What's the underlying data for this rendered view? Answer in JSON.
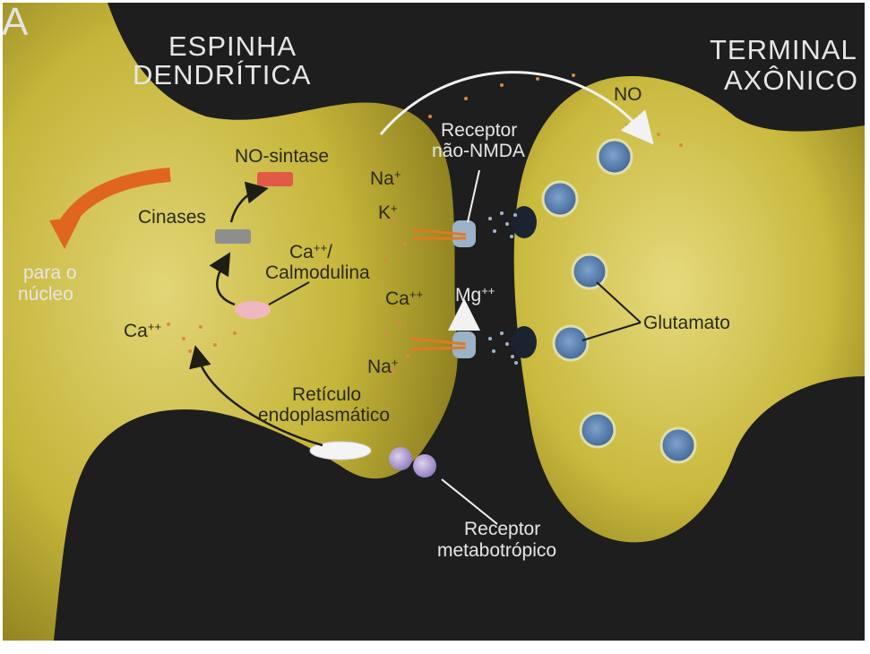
{
  "panel_letter": "A",
  "labels": {
    "espinha_line1": "ESPINHA",
    "espinha_line2": "DENDRÍTICA",
    "terminal_line1": "TERMINAL",
    "terminal_line2": "AXÔNICO",
    "no": "NO",
    "no_sintase": "NO-sintase",
    "cinases": "Cinases",
    "para_o": "para o",
    "nucleo": "núcleo",
    "na_top": "Na",
    "k": "K",
    "ca_calmod_line1": "Ca",
    "ca_calmod_line1_sup": "++",
    "ca_calmod_line1_tail": "/",
    "calmodulina": "Calmodulina",
    "ca_left": "Ca",
    "ca_mid": "Ca",
    "mg": "Mg",
    "na_bottom": "Na",
    "reticulo_line1": "Retículo",
    "reticulo_line2": "endoplasmático",
    "receptor_nao_line1": "Receptor",
    "receptor_nao_line2": "não-NMDA",
    "glutamato": "Glutamato",
    "receptor_meta_line1": "Receptor",
    "receptor_meta_line2": "metabotrópico",
    "plus": "+",
    "plusplus": "++"
  },
  "colors": {
    "background": "#1e1e1e",
    "membrane": "#c7b83a",
    "membrane_light": "#ddd068",
    "membrane_dark": "#8a7c1f",
    "vesicle": "#5b7fb0",
    "arrow_orange": "#e0661f",
    "receptor_purple": "#b7a6d6"
  }
}
